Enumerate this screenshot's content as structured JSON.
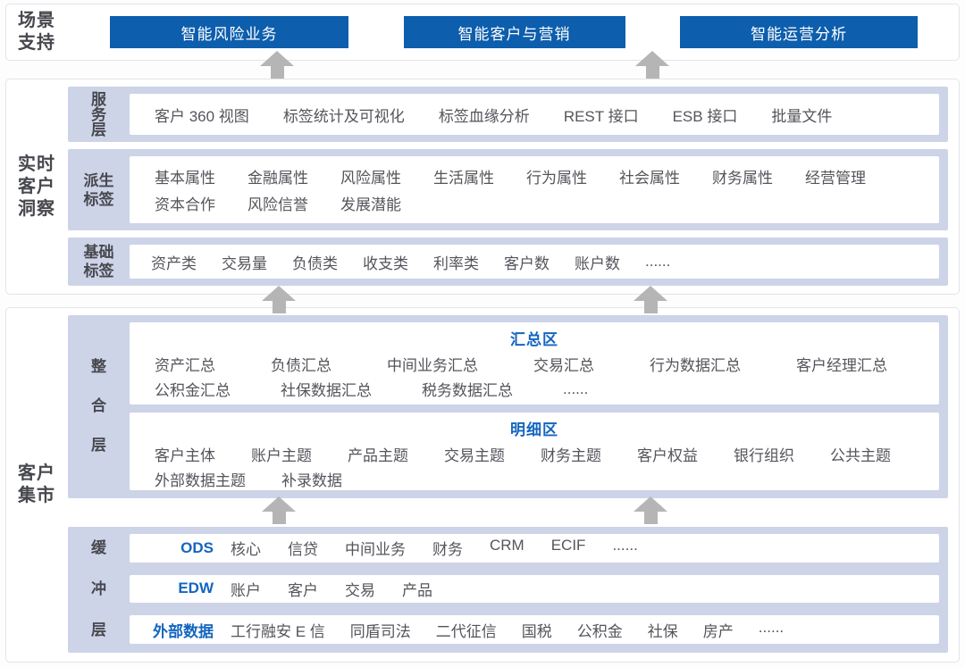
{
  "colors": {
    "button_blue": "#0d5ead",
    "accent_text_blue": "#1465bf",
    "row_background": "#cdd4e8",
    "arrow_gray": "#b5b5b6",
    "text_dark": "#54555b"
  },
  "scenario": {
    "label_lines": [
      "场景",
      "支持"
    ],
    "buttons": [
      "智能风险业务",
      "智能客户与营销",
      "智能运营分析"
    ]
  },
  "insight": {
    "label_lines": [
      "实时",
      "客户",
      "洞察"
    ],
    "service": {
      "label_chars": [
        "服",
        "务",
        "层"
      ],
      "items": [
        "客户 360 视图",
        "标签统计及可视化",
        "标签血缘分析",
        "REST 接口",
        "ESB 接口",
        "批量文件"
      ]
    },
    "derived": {
      "label_lines": [
        "派生",
        "标签"
      ],
      "row1": [
        "基本属性",
        "金融属性",
        "风险属性",
        "生活属性",
        "行为属性",
        "社会属性",
        "财务属性",
        "经营管理"
      ],
      "row2": [
        "资本合作",
        "风险信誉",
        "发展潜能"
      ]
    },
    "basic": {
      "label_lines": [
        "基础",
        "标签"
      ],
      "items": [
        "资产类",
        "交易量",
        "负债类",
        "收支类",
        "利率类",
        "客户数",
        "账户数",
        "......"
      ]
    }
  },
  "mart": {
    "label_lines": [
      "客户",
      "集市"
    ],
    "integration": {
      "label_chars": [
        "整",
        "合",
        "层"
      ],
      "summary": {
        "title": "汇总区",
        "row1": [
          "资产汇总",
          "负债汇总",
          "中间业务汇总",
          "交易汇总",
          "行为数据汇总",
          "客户经理汇总"
        ],
        "row2": [
          "公积金汇总",
          "社保数据汇总",
          "税务数据汇总",
          "......"
        ]
      },
      "detail": {
        "title": "明细区",
        "row1": [
          "客户主体",
          "账户主题",
          "产品主题",
          "交易主题",
          "财务主题",
          "客户权益",
          "银行组织",
          "公共主题"
        ],
        "row2": [
          "外部数据主题",
          "补录数据"
        ]
      }
    },
    "buffer": {
      "label_chars": [
        "缓",
        "冲",
        "层"
      ],
      "rows": [
        {
          "name": "ODS",
          "items": [
            "核心",
            "信贷",
            "中间业务",
            "财务",
            "CRM",
            "ECIF",
            "......"
          ]
        },
        {
          "name": "EDW",
          "items": [
            "账户",
            "客户",
            "交易",
            "产品"
          ]
        },
        {
          "name": "外部数据",
          "items": [
            "工行融安 E 信",
            "同盾司法",
            "二代征信",
            "国税",
            "公积金",
            "社保",
            "房产",
            "......"
          ]
        }
      ]
    }
  }
}
